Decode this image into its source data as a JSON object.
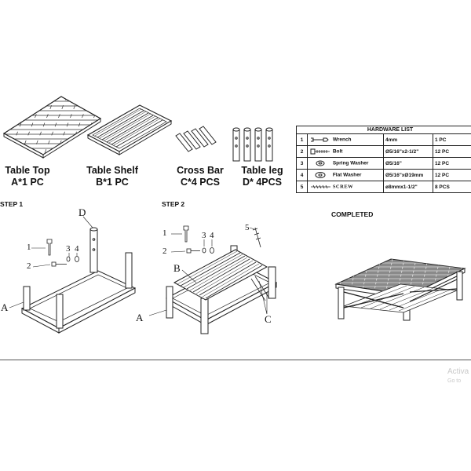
{
  "parts": [
    {
      "name": "Table Top",
      "qty": "A*1 PC"
    },
    {
      "name": "Table Shelf",
      "qty": "B*1 PC"
    },
    {
      "name": "Cross Bar",
      "qty": "C*4 PCS"
    },
    {
      "name": "Table leg",
      "qty": "D* 4PCS"
    }
  ],
  "hardware": {
    "title": "HARDWARE   LIST",
    "rows": [
      {
        "no": "1",
        "icon": "wrench-icon",
        "name": "Wrench",
        "spec": "4mm",
        "qty": "1 PC"
      },
      {
        "no": "2",
        "icon": "bolt-icon",
        "name": "Bolt",
        "spec": "Ø5/16\"x2-1/2\"",
        "qty": "12 PC"
      },
      {
        "no": "3",
        "icon": "spring-washer-icon",
        "name": "Spring Washer",
        "spec": "Ø5/16\"",
        "qty": "12 PC"
      },
      {
        "no": "4",
        "icon": "flat-washer-icon",
        "name": "Flat Washer",
        "spec": "Ø5/16\"xØ19mm",
        "qty": "12 PC"
      },
      {
        "no": "5",
        "icon": "screw-icon",
        "name": "SCREW",
        "spec": "ø8mmx1-1/2\"",
        "qty": "8 PCS"
      }
    ]
  },
  "steps": {
    "step1": {
      "title": "STEP 1",
      "letters": {
        "a": "A",
        "d": "D"
      },
      "callouts": [
        "1",
        "2",
        "3",
        "4"
      ]
    },
    "step2": {
      "title": "STEP 2",
      "letters": {
        "a": "A",
        "b": "B",
        "c": "C"
      },
      "callouts": [
        "1",
        "2",
        "3",
        "4",
        "5"
      ]
    },
    "completed": {
      "title": "COMPLETED"
    }
  },
  "watermark": {
    "line1": "Activa",
    "line2": "Go to"
  },
  "colors": {
    "line": "#222222",
    "tabletop": "#8a8a8a"
  }
}
